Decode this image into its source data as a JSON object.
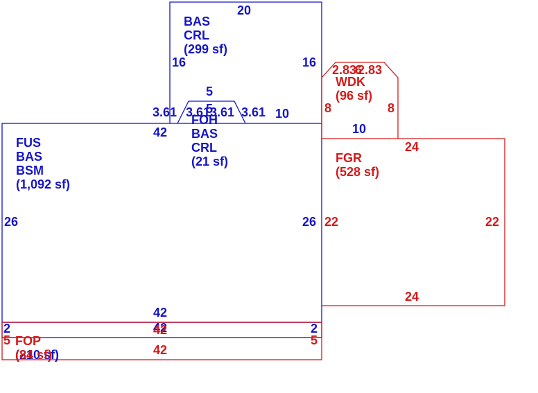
{
  "colors": {
    "blue": "#1515c8",
    "red": "#d41a1a",
    "background": "#ffffff"
  },
  "areas": {
    "bas_top": {
      "code1": "BAS",
      "code2": "CRL",
      "area": "(299 sf)"
    },
    "foh": {
      "code1": "FOH",
      "code2": "BAS",
      "code3": "CRL",
      "area": "(21 sf)"
    },
    "fus": {
      "code1": "FUS",
      "code2": "BAS",
      "code3": "BSM",
      "area": "(1,092 sf)"
    },
    "wdk": {
      "code1": "WDK",
      "area": "(96 sf)"
    },
    "fgr": {
      "code1": "FGR",
      "area": "(528 sf)"
    },
    "fop": {
      "code1": "FOP",
      "area": "(84 sf)",
      "overlap_area": "(210 sf)"
    }
  },
  "dimensions": {
    "bas_top_width": "20",
    "bas_top_left": "16",
    "bas_top_right": "16",
    "bas_top_right_bottom": "10",
    "foh_top": "5",
    "foh_mid": "5",
    "foh_diag_1": "3.61",
    "foh_diag_2": "3.61",
    "foh_diag_3": "3.61",
    "foh_diag_4": "3.61",
    "fus_top": "42",
    "fus_left": "26",
    "fus_right": "26",
    "fus_bottom": "42",
    "wdk_diag_left": "2.83",
    "wdk_diag_right": "2.83",
    "wdk_top": "6",
    "wdk_left": "8",
    "wdk_right": "8",
    "wdk_bottom": "10",
    "fgr_top": "24",
    "fgr_left": "22",
    "fgr_right": "22",
    "fgr_bottom": "24",
    "strip_left": "2",
    "strip_right": "2",
    "strip_bottom": "42",
    "fop_top": "42",
    "fop_left": "5",
    "fop_right": "5",
    "fop_bottom": "42"
  }
}
